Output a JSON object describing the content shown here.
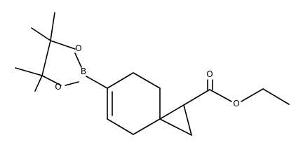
{
  "structure": {
    "atoms": {
      "boron": "B",
      "ring_oxygen_top": "O",
      "ring_oxygen_bottom": "O",
      "carbonyl_oxygen": "O",
      "ester_oxygen": "O"
    }
  }
}
